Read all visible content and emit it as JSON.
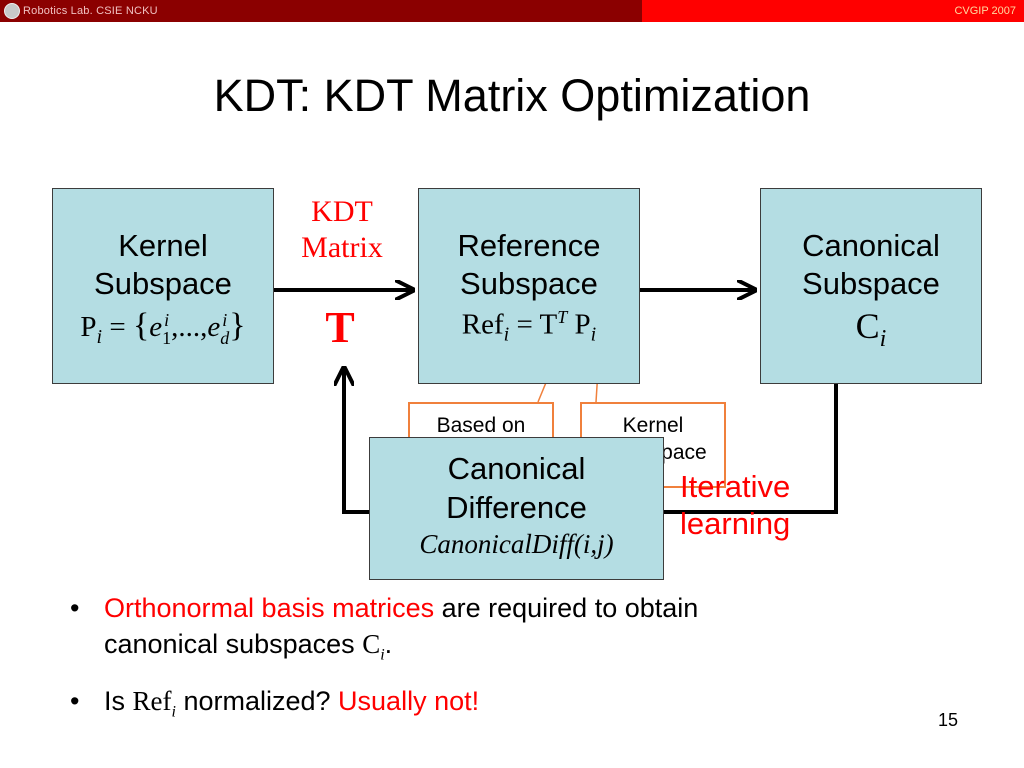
{
  "header": {
    "lab_name": "Robotics Lab. CSIE NCKU",
    "conference": "CVGIP 2007"
  },
  "title": "KDT: KDT Matrix Optimization",
  "diagram": {
    "kernel_box": {
      "line1": "Kernel",
      "line2": "Subspace",
      "formula": "P_i = {e^i_1,...,e^i_d}"
    },
    "kdt_label": {
      "line1": "KDT",
      "line2": "Matrix",
      "symbol": "T"
    },
    "reference_box": {
      "line1": "Reference",
      "line2": "Subspace",
      "formula": "Ref_i = T^T P_i"
    },
    "canonical_box": {
      "line1": "Canonical",
      "line2": "Subspace",
      "symbol": "C_i"
    },
    "note_left": {
      "line1": "Based on",
      "line2": ""
    },
    "note_right": {
      "line1": "Kernel",
      "line2": "Subspace"
    },
    "difference_box": {
      "line1": "Canonical",
      "line2": "Difference",
      "formula": "CanonicalDiff(i,j)"
    },
    "iterative": {
      "line1": "Iterative",
      "line2": "learning"
    }
  },
  "bullets": [
    {
      "red": "Orthonormal basis matrices",
      "rest": " are required to obtain",
      "line2": "canonical subspaces",
      "symbol": "C_i",
      "end": "."
    },
    {
      "prefix": "Is ",
      "symbol": "Ref_i",
      "middle": " normalized? ",
      "red": "Usually not!"
    }
  ],
  "page_number": "15",
  "colors": {
    "box_fill": "#b4dde3",
    "header_dark": "#8b0000",
    "header_red": "#ff0000",
    "accent_red": "#ff0000",
    "note_border": "#f0803c"
  }
}
